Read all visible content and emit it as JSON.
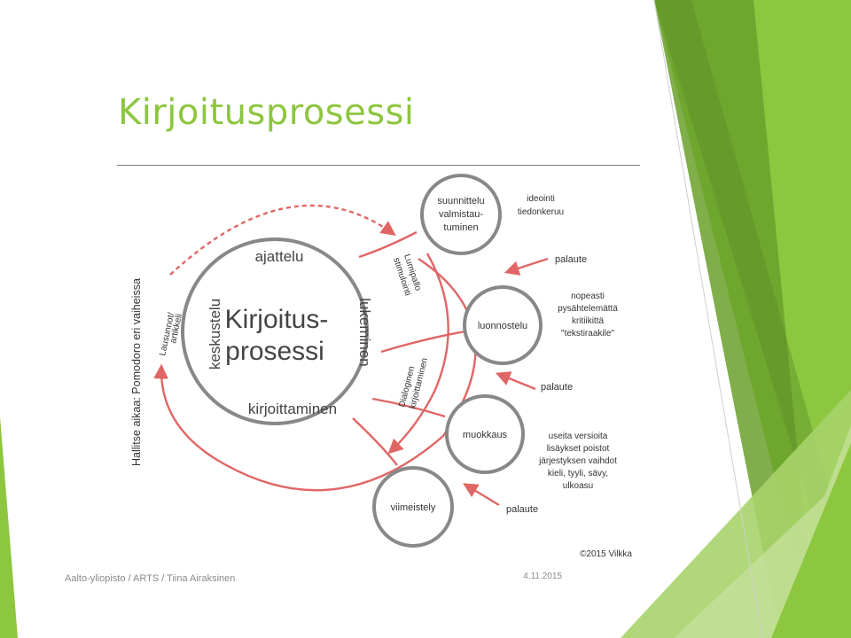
{
  "slide": {
    "title": "Kirjoitusprosessi",
    "footer": "Aalto-yliopisto / ARTS / Tiina Airaksinen",
    "date": "4.11.2015"
  },
  "diagram": {
    "core": {
      "title_line1": "Kirjoitus-",
      "title_line2": "prosessi",
      "top": "ajattelu",
      "left": "keskustelu",
      "right": "lukeminen",
      "bottom": "kirjoittaminen"
    },
    "stages": [
      {
        "line1": "suunnittelu",
        "line2": "valmistau-",
        "line3": "tuminen"
      },
      {
        "line1": "luonnostelu"
      },
      {
        "line1": "muokkaus"
      },
      {
        "line1": "viimeistely"
      }
    ],
    "notes": {
      "planning": [
        "ideointi",
        "tiedonkeruu"
      ],
      "draft": [
        "nopeasti",
        "pysähtelemättä",
        "kritiikittä",
        "\"tekstiraakile\""
      ],
      "edit": [
        "useita versioita",
        "lisäykset poistot",
        "järjestyksen vaihdot",
        "kieli, tyyli, sävy,",
        "ulkoasu"
      ]
    },
    "feedback": [
      "palaute",
      "palaute",
      "palaute"
    ],
    "arc_labels": {
      "snowball_line1": "Lumipallo",
      "snowball_line2": "stimulointi",
      "dialogic_line1": "Dialoginen",
      "dialogic_line2": "kirjoittaminen",
      "statements_line1": "Lausunnot/",
      "statements_line2": "artikkeli",
      "time_management": "Hallitse aikaa: Pomodoro eri vaiheissa"
    },
    "copyright": "©2015 Vilkka"
  },
  "colors": {
    "title_green": "#8dc63f",
    "arrow_red": "#e06666",
    "circle_gray": "#888888"
  }
}
